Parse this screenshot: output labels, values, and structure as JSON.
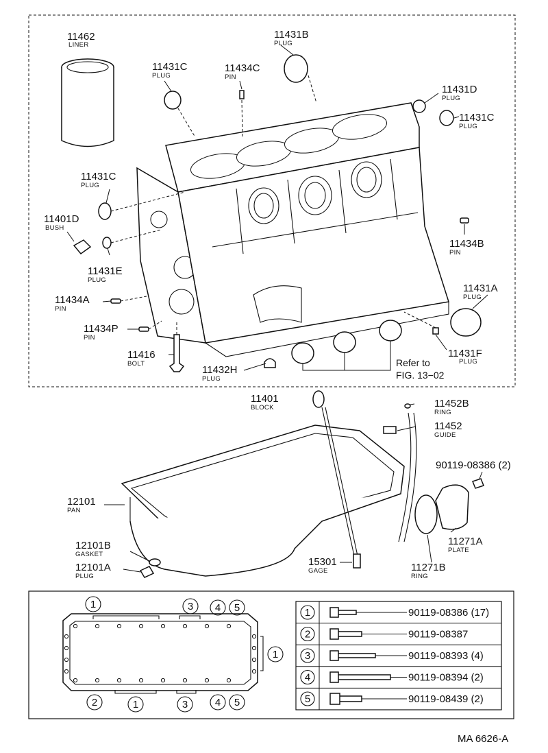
{
  "parts": [
    {
      "id": "p11462",
      "number": "11462",
      "desc": "LINER"
    },
    {
      "id": "p11431B",
      "number": "11431B",
      "desc": "PLUG"
    },
    {
      "id": "p11431C_top",
      "number": "11431C",
      "desc": "PLUG"
    },
    {
      "id": "p11434C",
      "number": "11434C",
      "desc": "PIN"
    },
    {
      "id": "p11431D",
      "number": "11431D",
      "desc": "PLUG"
    },
    {
      "id": "p11431C_right",
      "number": "11431C",
      "desc": "PLUG"
    },
    {
      "id": "p11431C_left",
      "number": "11431C",
      "desc": "PLUG"
    },
    {
      "id": "p11401D",
      "number": "11401D",
      "desc": "BUSH"
    },
    {
      "id": "p11431E",
      "number": "11431E",
      "desc": "PLUG"
    },
    {
      "id": "p11434B",
      "number": "11434B",
      "desc": "PIN"
    },
    {
      "id": "p11431A",
      "number": "11431A",
      "desc": "PLUG"
    },
    {
      "id": "p11434A",
      "number": "11434A",
      "desc": "PIN"
    },
    {
      "id": "p11434P",
      "number": "11434P",
      "desc": "PIN"
    },
    {
      "id": "p11431F",
      "number": "11431F",
      "desc": "PLUG"
    },
    {
      "id": "p11416",
      "number": "11416",
      "desc": "BOLT"
    },
    {
      "id": "p11432H",
      "number": "11432H",
      "desc": "PLUG"
    },
    {
      "id": "p11401",
      "number": "11401",
      "desc": "BLOCK"
    },
    {
      "id": "p11452B",
      "number": "11452B",
      "desc": "RING"
    },
    {
      "id": "p11452",
      "number": "11452",
      "desc": "GUIDE"
    },
    {
      "id": "p90119_08386",
      "number": "90119-08386 (2)",
      "desc": ""
    },
    {
      "id": "p12101",
      "number": "12101",
      "desc": "PAN"
    },
    {
      "id": "p12101B",
      "number": "12101B",
      "desc": "GASKET"
    },
    {
      "id": "p12101A",
      "number": "12101A",
      "desc": "PLUG"
    },
    {
      "id": "p15301",
      "number": "15301",
      "desc": "GAGE"
    },
    {
      "id": "p11271A",
      "number": "11271A",
      "desc": "PLATE"
    },
    {
      "id": "p11271B",
      "number": "11271B",
      "desc": "RING"
    }
  ],
  "reference": {
    "line1": "Refer to",
    "line2": "FIG. 13−02"
  },
  "bolt_legend": [
    {
      "num": "1",
      "part": "90119-08386 (17)"
    },
    {
      "num": "2",
      "part": "90119-08387"
    },
    {
      "num": "3",
      "part": "90119-08393 (4)"
    },
    {
      "num": "4",
      "part": "90119-08394 (2)"
    },
    {
      "num": "5",
      "part": "90119-08439 (2)"
    }
  ],
  "gasket_markers": {
    "top": [
      "1",
      "3",
      "4",
      "5"
    ],
    "right": [
      "1"
    ],
    "bottom": [
      "2",
      "1",
      "3",
      "4",
      "5"
    ]
  },
  "footer_code": "MA 6626-A"
}
